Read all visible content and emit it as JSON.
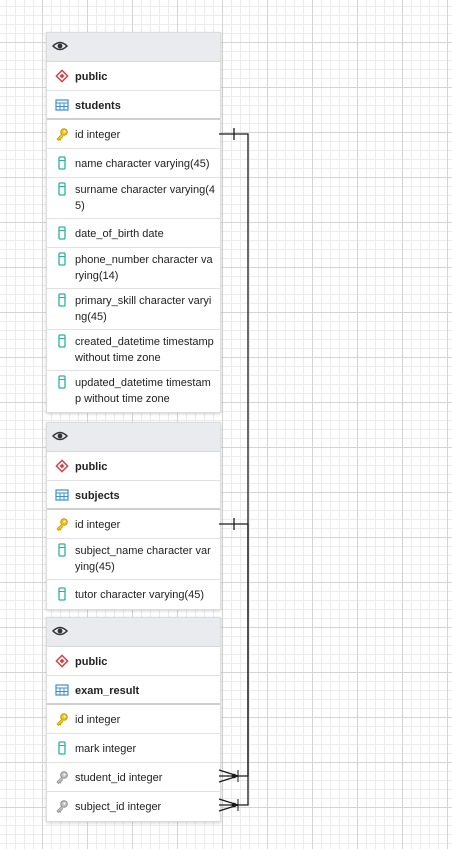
{
  "tables": [
    {
      "schema": "public",
      "name": "students",
      "columns": [
        {
          "text": "id integer",
          "icon": "primary-key-icon"
        },
        {
          "text": "name character varying(45)",
          "icon": "column-icon"
        },
        {
          "text": "surname character varying(45)",
          "icon": "column-icon"
        },
        {
          "text": "date_of_birth date",
          "icon": "column-icon"
        },
        {
          "text": "phone_number character varying(14)",
          "icon": "column-icon"
        },
        {
          "text": "primary_skill character varying(45)",
          "icon": "column-icon"
        },
        {
          "text": "created_datetime timestamp without time zone",
          "icon": "column-icon"
        },
        {
          "text": "updated_datetime timestamp without time zone",
          "icon": "column-icon"
        }
      ]
    },
    {
      "schema": "public",
      "name": "subjects",
      "columns": [
        {
          "text": "id integer",
          "icon": "primary-key-icon"
        },
        {
          "text": "subject_name character varying(45)",
          "icon": "column-icon"
        },
        {
          "text": "tutor character varying(45)",
          "icon": "column-icon"
        }
      ]
    },
    {
      "schema": "public",
      "name": "exam_result",
      "columns": [
        {
          "text": "id integer",
          "icon": "primary-key-icon"
        },
        {
          "text": "mark integer",
          "icon": "column-icon"
        },
        {
          "text": "student_id integer",
          "icon": "foreign-key-icon"
        },
        {
          "text": "subject_id integer",
          "icon": "foreign-key-icon"
        }
      ]
    }
  ],
  "relationships": [
    {
      "from": "students.id",
      "to": "exam_result.student_id",
      "cardinality": "one-to-many"
    },
    {
      "from": "subjects.id",
      "to": "exam_result.subject_id",
      "cardinality": "one-to-many"
    }
  ],
  "colors": {
    "primary_key": "#e8b800",
    "column": "#2bb39a",
    "foreign_key": "#9a9a9a",
    "schema": "#e0393e",
    "table_icon": "#3a8fd6",
    "line": "#1a1a1a"
  }
}
